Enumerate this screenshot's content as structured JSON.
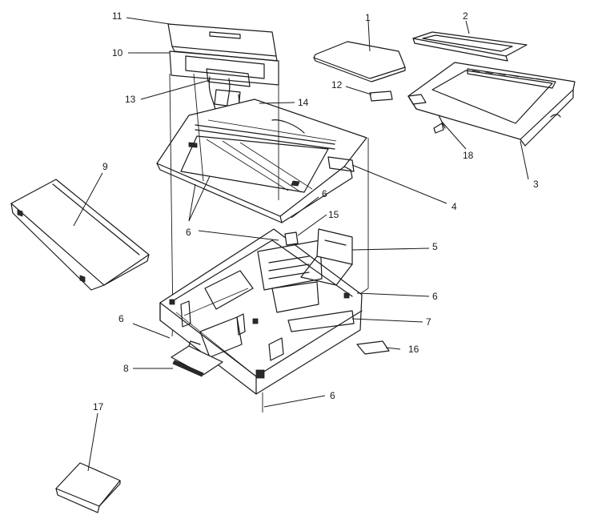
{
  "callouts": [
    {
      "id": "c1",
      "text": "1"
    },
    {
      "id": "c2",
      "text": "2"
    },
    {
      "id": "c3",
      "text": "3"
    },
    {
      "id": "c4",
      "text": "4"
    },
    {
      "id": "c5",
      "text": "5"
    },
    {
      "id": "c6a",
      "text": "6"
    },
    {
      "id": "c6b",
      "text": "6"
    },
    {
      "id": "c6c",
      "text": "6"
    },
    {
      "id": "c6d",
      "text": "6"
    },
    {
      "id": "c6e",
      "text": "6"
    },
    {
      "id": "c7",
      "text": "7"
    },
    {
      "id": "c8",
      "text": "8"
    },
    {
      "id": "c9",
      "text": "9"
    },
    {
      "id": "c10",
      "text": "10"
    },
    {
      "id": "c11",
      "text": "11"
    },
    {
      "id": "c12",
      "text": "12"
    },
    {
      "id": "c13",
      "text": "13"
    },
    {
      "id": "c14",
      "text": "14"
    },
    {
      "id": "c15",
      "text": "15"
    },
    {
      "id": "c16",
      "text": "16"
    },
    {
      "id": "c17",
      "text": "17"
    },
    {
      "id": "c18",
      "text": "18"
    }
  ]
}
